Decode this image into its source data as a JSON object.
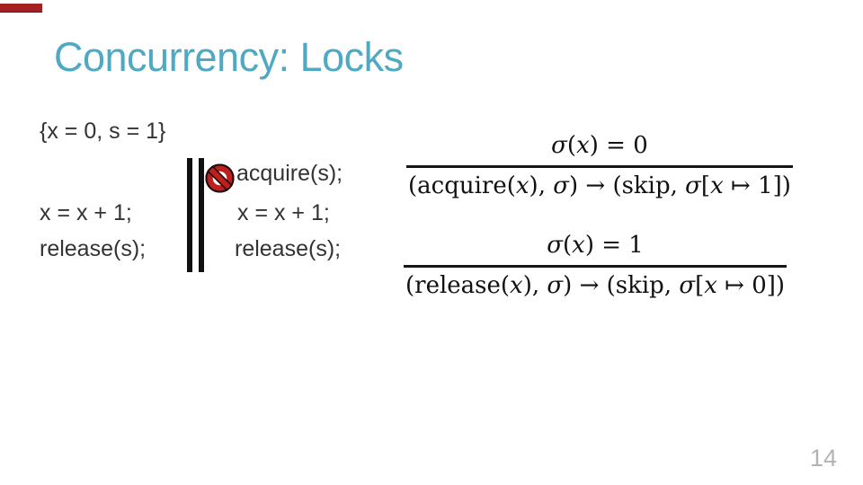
{
  "slide": {
    "title": "Concurrency: Locks",
    "page_number": "14",
    "precondition": "{x = 0, s = 1}",
    "threads": {
      "left": {
        "lines": [
          "x = x + 1;",
          "release(s);"
        ]
      },
      "right": {
        "blocked_icon": "no-entry-icon",
        "blocked_line": "acquire(s);",
        "lines": [
          "x = x + 1;",
          "release(s);"
        ]
      },
      "separator": "parallel-composition-double-bar"
    },
    "rules": [
      {
        "premise": "σ(x) = 0",
        "conclusion": "(acquire(x), σ) → (skip, σ[x ↦ 1])"
      },
      {
        "premise": "σ(x) = 1",
        "conclusion": "(release(x), σ) → (skip, σ[x ↦ 0])"
      }
    ],
    "colors": {
      "title": "#4fa9c2",
      "body_text": "#333333",
      "accent_bar": "#a32023",
      "icon_red": "#be1e1e",
      "page_number": "#b3b3b3"
    }
  }
}
